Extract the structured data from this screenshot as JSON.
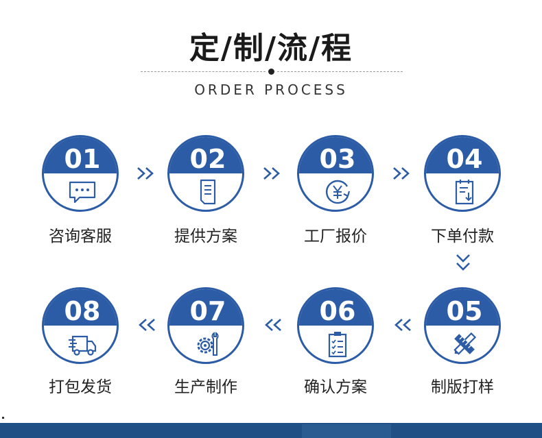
{
  "header": {
    "title": "定/制/流/程",
    "subtitle": "ORDER PROCESS"
  },
  "colors": {
    "primary": "#2c5ca6",
    "text": "#222222"
  },
  "steps": [
    {
      "number": "01",
      "label": "咨询客服",
      "icon": "chat-bubble-icon"
    },
    {
      "number": "02",
      "label": "提供方案",
      "icon": "document-icon"
    },
    {
      "number": "03",
      "label": "工厂报价",
      "icon": "yuan-refresh-icon"
    },
    {
      "number": "04",
      "label": "下单付款",
      "icon": "clipboard-download-icon"
    },
    {
      "number": "05",
      "label": "制版打样",
      "icon": "pencil-ruler-icon"
    },
    {
      "number": "06",
      "label": "确认方案",
      "icon": "clipboard-checklist-icon"
    },
    {
      "number": "07",
      "label": "生产制作",
      "icon": "gear-wrench-icon"
    },
    {
      "number": "08",
      "label": "打包发货",
      "icon": "delivery-truck-icon"
    }
  ]
}
